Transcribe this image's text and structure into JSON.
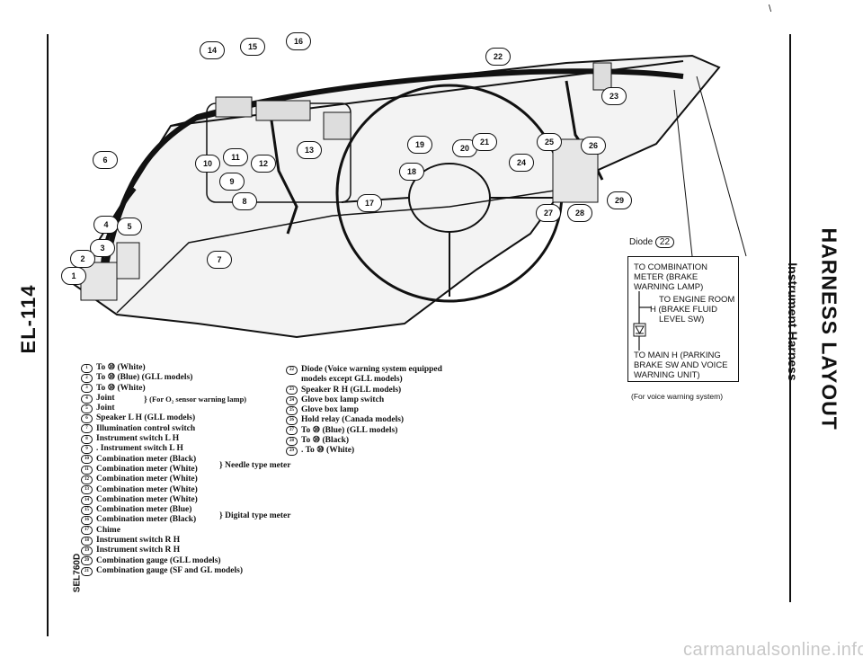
{
  "page": {
    "page_number": "EL-114",
    "figure_code": "SEL760D",
    "section_title": "HARNESS LAYOUT",
    "section_subtitle": "Instrument Harness",
    "watermark": "carmanualsonline.info",
    "corner_mark": "\\"
  },
  "callouts": [
    "1",
    "2",
    "3",
    "4",
    "5",
    "6",
    "7",
    "8",
    "9",
    "10",
    "11",
    "12",
    "13",
    "14",
    "15",
    "16",
    "17",
    "18",
    "19",
    "20",
    "21",
    "22",
    "23",
    "24",
    "25",
    "26",
    "27",
    "28",
    "29"
  ],
  "diode_inset": {
    "label": "Diode",
    "code": "22",
    "lines": [
      "TO COMBINATION",
      "METER (BRAKE",
      "WARNING LAMP)",
      "TO ENGINE ROOM",
      "H (BRAKE FLUID",
      "LEVEL SW)",
      "TO MAIN H (PARKING",
      "BRAKE SW AND VOICE",
      "WARNING UNIT)"
    ],
    "caption": "(For voice warning system)"
  },
  "legend_left": [
    {
      "code": "1",
      "text": "To ⑩ (White)"
    },
    {
      "code": "2",
      "text": "To ⑩ (Blue) (GLL models)"
    },
    {
      "code": "3",
      "text": "To ⑩ (White)"
    },
    {
      "code": "4",
      "text": "Joint"
    },
    {
      "code": "5",
      "text": "Joint"
    },
    {
      "code": "6",
      "text": "Speaker L H (GLL models)"
    },
    {
      "code": "7",
      "text": "Illumination control switch"
    },
    {
      "code": "8",
      "text": "Instrument switch L H"
    },
    {
      "code": "9",
      "text": ". Instrument switch L H"
    },
    {
      "code": "10",
      "text": "Combination meter (Black)"
    },
    {
      "code": "11",
      "text": "Combination meter (White)"
    },
    {
      "code": "12",
      "text": "Combination meter (White)"
    },
    {
      "code": "13",
      "text": "Combination meter (White)"
    },
    {
      "code": "14",
      "text": "Combination meter (White)"
    },
    {
      "code": "15",
      "text": "Combination meter (Blue)"
    },
    {
      "code": "16",
      "text": "Combination meter (Black)"
    },
    {
      "code": "17",
      "text": "Chime"
    },
    {
      "code": "18",
      "text": "Instrument switch R H"
    },
    {
      "code": "19",
      "text": "Instrument switch R H"
    },
    {
      "code": "20",
      "text": "Combination gauge (GLL models)"
    },
    {
      "code": "21",
      "text": "Combination gauge (SF and GL models)"
    }
  ],
  "legend_braces": {
    "joint": "(For O₂ sensor warning lamp)",
    "needle": "Needle type meter",
    "digital": "Digital type meter"
  },
  "legend_right": [
    {
      "code": "22",
      "text": "Diode (Voice warning system equipped"
    },
    {
      "code": "",
      "text": "models except GLL models)"
    },
    {
      "code": "23",
      "text": "Speaker R H (GLL models)"
    },
    {
      "code": "24",
      "text": "Glove box lamp switch"
    },
    {
      "code": "25",
      "text": "Glove box lamp"
    },
    {
      "code": "26",
      "text": "Hold relay (Canada models)"
    },
    {
      "code": "27",
      "text": "To ⑩ (Blue) (GLL models)"
    },
    {
      "code": "28",
      "text": "To ⑩ (Black)"
    },
    {
      "code": "29",
      "text": ". To ⑩ (White)"
    }
  ]
}
